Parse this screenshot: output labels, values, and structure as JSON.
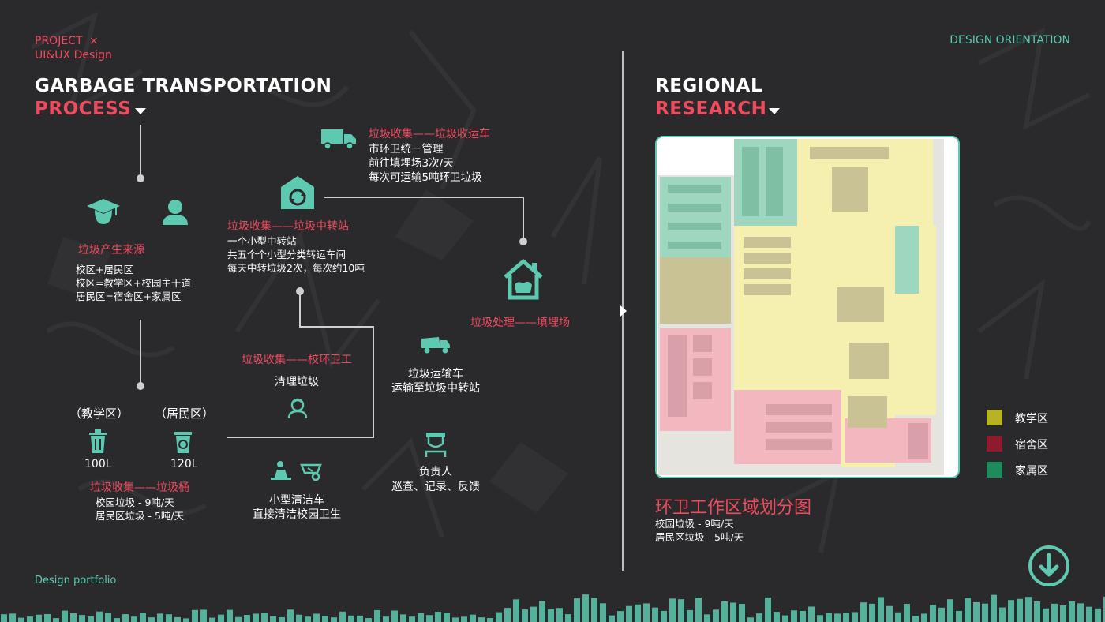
{
  "header": {
    "project": "PROJECT",
    "close_glyph": "×",
    "subtitle": "UI&UX Design",
    "right_label": "DESIGN ORIENTATION",
    "footer_label": "Design portfolio"
  },
  "left": {
    "title_line1": "GARBAGE TRANSPORTATION",
    "title_line2": "PROCESS",
    "source": {
      "title": "垃圾产生来源",
      "lines": [
        "校区+居民区",
        "校区=教学区+校园主干道",
        "居民区=宿舍区+家属区"
      ]
    },
    "transfer": {
      "title": "垃圾收集——垃圾中转站",
      "lines": [
        "一个小型中转站",
        "共五个个小型分类转运车间",
        "每天中转垃圾2次，每次约10吨"
      ]
    },
    "truck": {
      "title": "垃圾收集——垃圾收运车",
      "lines": [
        "市环卫统一管理",
        "前往填埋场3次/天",
        "每次可运输5吨环卫垃圾"
      ]
    },
    "landfill": {
      "title": "垃圾处理——填埋场"
    },
    "cleaner": {
      "title": "垃圾收集——校环卫工",
      "desc": "清理垃圾"
    },
    "transport": {
      "lines": [
        "垃圾运输车",
        "运输至垃圾中转站"
      ]
    },
    "bins": {
      "teach_label": "（教学区）",
      "resid_label": "（居民区）",
      "teach_cap": "100L",
      "resid_cap": "120L",
      "title": "垃圾收集——垃圾桶",
      "lines": [
        "校园垃圾 - 9吨/天",
        "居民区垃圾 - 5吨/天"
      ]
    },
    "cart": {
      "lines": [
        "小型清洁车",
        "直接清洁校园卫生"
      ]
    },
    "manager": {
      "lines": [
        "负责人",
        "巡查、记录、反馈"
      ]
    }
  },
  "right": {
    "title_line1": "REGIONAL",
    "title_line2": "RESEARCH",
    "map_title": "环卫工作区域划分图",
    "map_lines": [
      "校园垃圾 - 9吨/天",
      "居民区垃圾 - 5吨/天"
    ],
    "legend": [
      {
        "label": "教学区",
        "color": "#b8b322"
      },
      {
        "label": "宿舍区",
        "color": "#8e1b2c"
      },
      {
        "label": "家属区",
        "color": "#1f8a5b"
      }
    ]
  },
  "colors": {
    "accent": "#ee4b5e",
    "teal": "#5cc9b0",
    "bg": "#2a2a2c"
  },
  "icons": [
    "student-icon",
    "user-icon",
    "home-recycle-icon",
    "truck-icon",
    "house-garbage-icon",
    "worker-icon",
    "garbage-truck-icon",
    "trash-bin-icon",
    "recycle-bin-icon",
    "sweeper-icon",
    "wheelbarrow-icon",
    "inspector-icon",
    "arrow-right-icon",
    "download-arrow-icon",
    "dropdown-triangle-icon"
  ]
}
